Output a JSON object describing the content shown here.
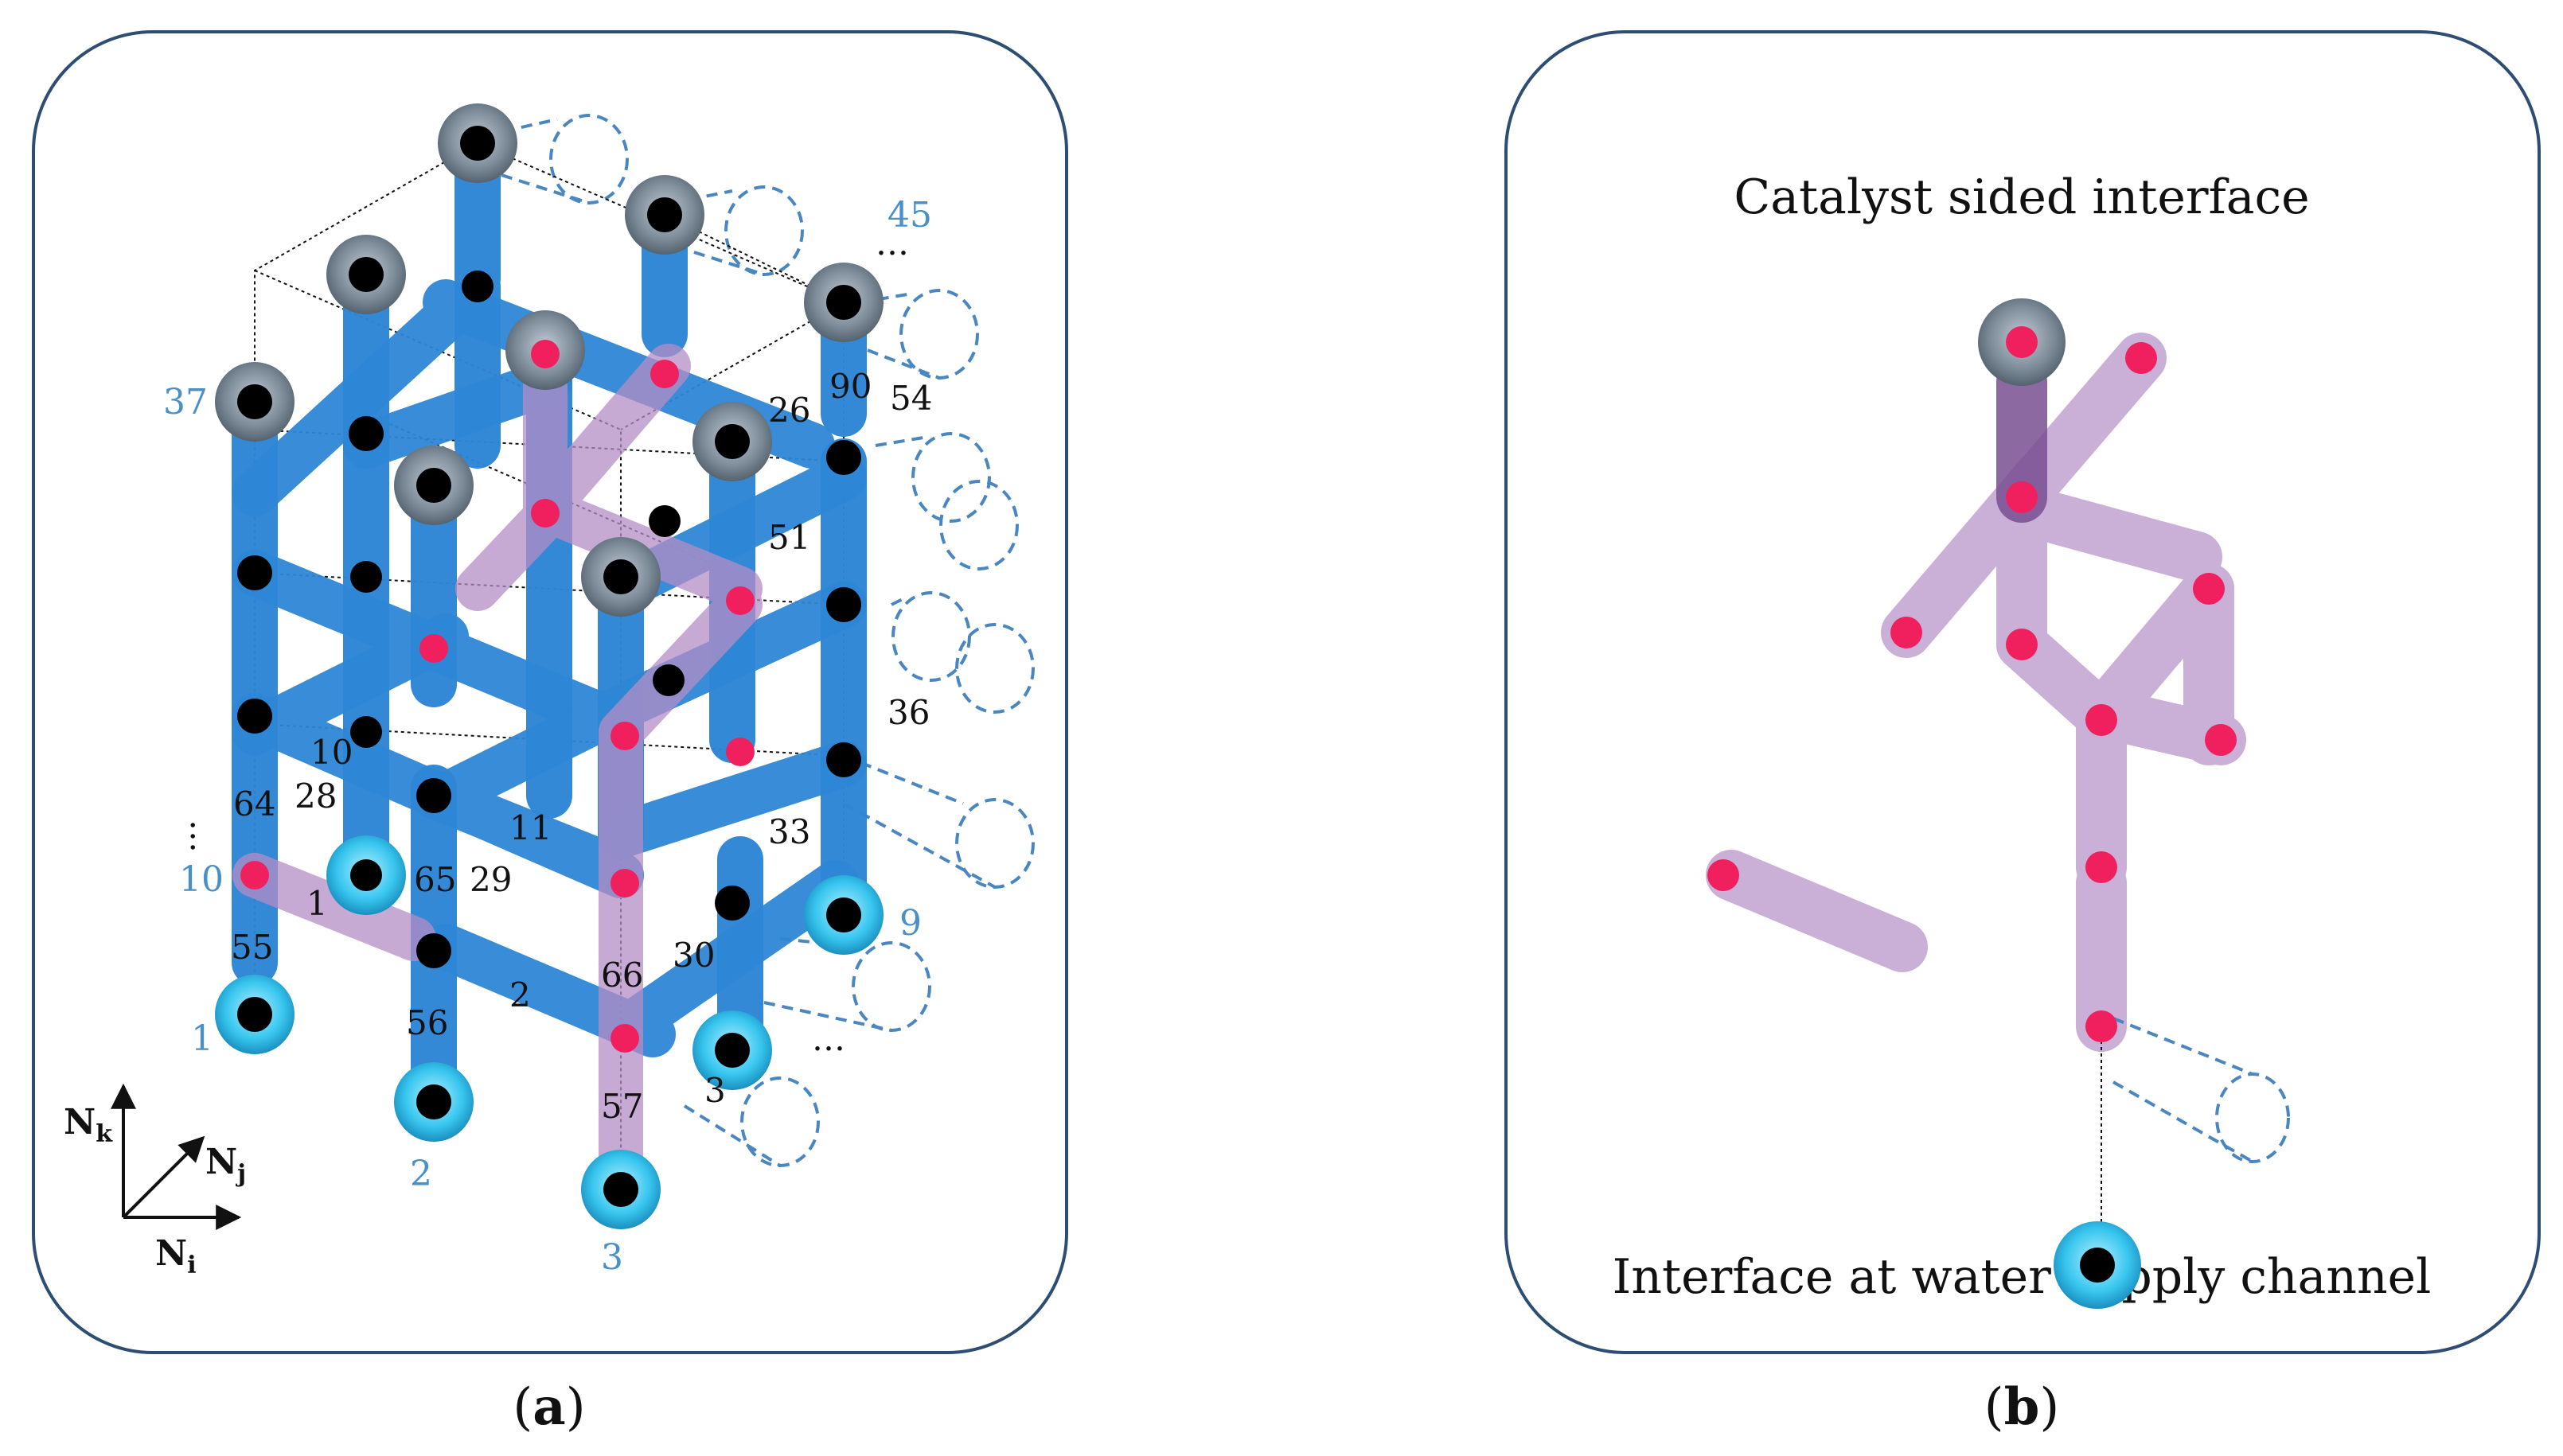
{
  "panel_a": {
    "caption_open": "(",
    "caption_letter": "a",
    "caption_close": ")",
    "corner_labels": {
      "n37": "37",
      "n45": "45",
      "n10": "10",
      "n1": "1",
      "n2": "2",
      "n3": "3",
      "n9": "9"
    },
    "pore_labels": {
      "p90": "90",
      "p54": "54",
      "p26": "26",
      "p51": "51",
      "p36": "36",
      "p10": "10",
      "p64": "64",
      "p28": "28",
      "p11": "11",
      "p33": "33",
      "p1": "1",
      "p65": "65",
      "p29": "29",
      "p55": "55",
      "p30": "30",
      "p66": "66",
      "p2": "2",
      "p56": "56",
      "p57": "57",
      "p3": "3"
    },
    "ellipsis": "…",
    "axes": {
      "k": "N",
      "k_sub": "k",
      "j": "N",
      "j_sub": "j",
      "i": "N",
      "i_sub": "i"
    }
  },
  "panel_b": {
    "caption_open": "(",
    "caption_letter": "b",
    "caption_close": ")",
    "title_top": "Catalyst sided interface",
    "title_bottom": "Interface at water supply channel"
  },
  "colors": {
    "pore_blue": "#2e86d6",
    "frame": "#2d4e72",
    "liquid_purple": "#b48ec6",
    "node_pink": "#f0205f",
    "outlet_grey": "#7d8c99",
    "inlet_cyan": "#38c6ef",
    "dashed_blue": "#4a86c0"
  }
}
